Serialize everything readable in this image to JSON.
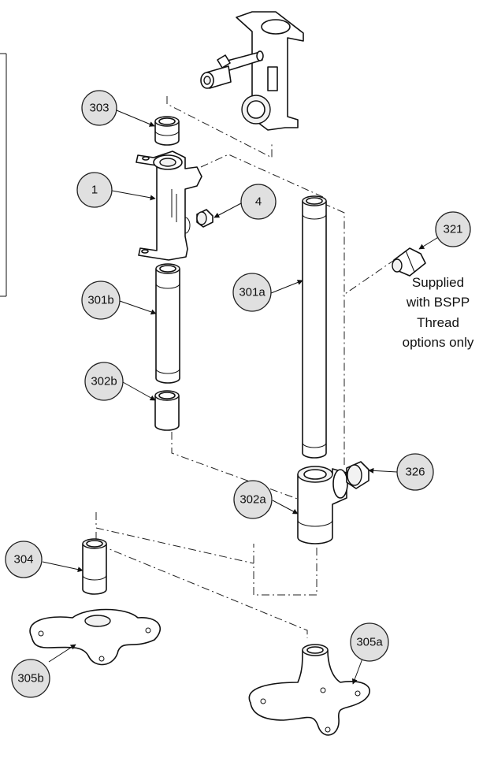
{
  "callouts": {
    "c303": "303",
    "c1": "1",
    "c4": "4",
    "c301b": "301b",
    "c301a": "301a",
    "c321": "321",
    "c302b": "302b",
    "c302a": "302a",
    "c326": "326",
    "c304": "304",
    "c305b": "305b",
    "c305a": "305a"
  },
  "note": {
    "line1": "Supplied",
    "line2": "with BSPP",
    "line3": "Thread",
    "line4": "options only"
  }
}
